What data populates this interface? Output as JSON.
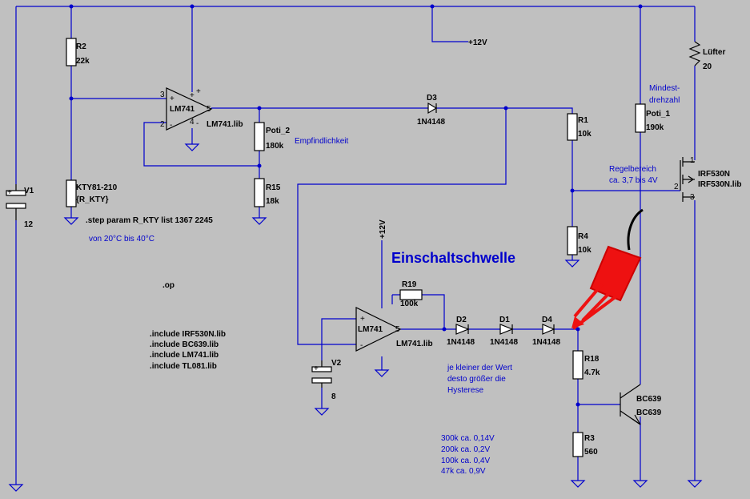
{
  "components": {
    "v1": {
      "name": "V1",
      "value": "12"
    },
    "v2": {
      "name": "V2",
      "value": "8"
    },
    "r2": {
      "name": "R2",
      "value": "22k"
    },
    "kty": {
      "name": "KTY81-210",
      "value": "{R_KTY}"
    },
    "u1": {
      "name": "LM741",
      "lib": "LM741.lib"
    },
    "u2": {
      "name": "LM741",
      "lib": "LM741.lib"
    },
    "poti2": {
      "name": "Poti_2",
      "value": "180k"
    },
    "r15": {
      "name": "R15",
      "value": "18k"
    },
    "d3": {
      "name": "D3",
      "value": "1N4148"
    },
    "r1": {
      "name": "R1",
      "value": "10k"
    },
    "r4": {
      "name": "R4",
      "value": "10k"
    },
    "poti1": {
      "name": "Poti_1",
      "value": "190k"
    },
    "luefter": {
      "name": "Lüfter",
      "value": "20"
    },
    "q1": {
      "name": "IRF530N",
      "value": "IRF530N.lib"
    },
    "r19": {
      "name": "R19",
      "value": "100k"
    },
    "d2": {
      "name": "D2",
      "value": "1N4148"
    },
    "d1": {
      "name": "D1",
      "value": "1N4148"
    },
    "d4": {
      "name": "D4",
      "value": "1N4148"
    },
    "r18": {
      "name": "R18",
      "value": "4.7k"
    },
    "q2": {
      "name": "BC639",
      "value": "BC639"
    },
    "r3": {
      "name": "R3",
      "value": "560"
    }
  },
  "pins": {
    "plus": "+",
    "minus": "-",
    "p1": "1",
    "p2": "2",
    "p3": "3",
    "p4": "4",
    "p5": "5"
  },
  "supply_label": "+12V",
  "supply_label_vertical": "+12V",
  "directives": {
    "step": ".step param R_KTY list 1367 2245",
    "op": ".op",
    "includes": [
      ".include IRF530N.lib",
      ".include BC639.lib",
      ".include LM741.lib",
      ".include TL081.lib"
    ]
  },
  "notes": {
    "range": "von 20°C bis 40°C",
    "sensitivity": "Empfindlichkeit",
    "min_speed": [
      "Mindest-",
      "drehzahl"
    ],
    "control_range": [
      "Regelbereich",
      "ca. 3,7 bis 4V"
    ],
    "switch_threshold": "Einschaltschwelle",
    "hysteresis": [
      "je kleiner der Wert",
      "desto größer die",
      "Hysterese"
    ],
    "table": [
      "300k ca. 0,14V",
      "200k ca. 0,2V",
      "100k ca. 0,4V",
      "47k ca. 0,9V"
    ]
  },
  "colors": {
    "background": "#c0c0c0",
    "wire": "#0000cc",
    "annotation": "#ee1111"
  }
}
